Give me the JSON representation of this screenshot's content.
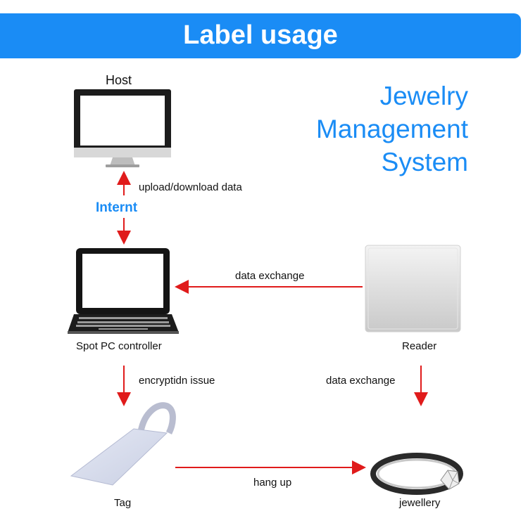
{
  "banner": {
    "title": "Label usage"
  },
  "system_title": {
    "line1": "Jewelry",
    "line2": "Management",
    "line3": "System"
  },
  "nodes": {
    "host": "Host",
    "spot_pc": "Spot PC controller",
    "reader": "Reader",
    "tag": "Tag",
    "jewellery": "jewellery"
  },
  "links": {
    "upload": "upload/download data",
    "internet": "Internt",
    "reader_to_pc": "data exchange",
    "encryption": "encryptidn issue",
    "reader_to_jewellery": "data exchange",
    "hang_up": "hang up"
  },
  "colors": {
    "accent": "#1a8cf5",
    "arrow": "#e01b1b"
  }
}
